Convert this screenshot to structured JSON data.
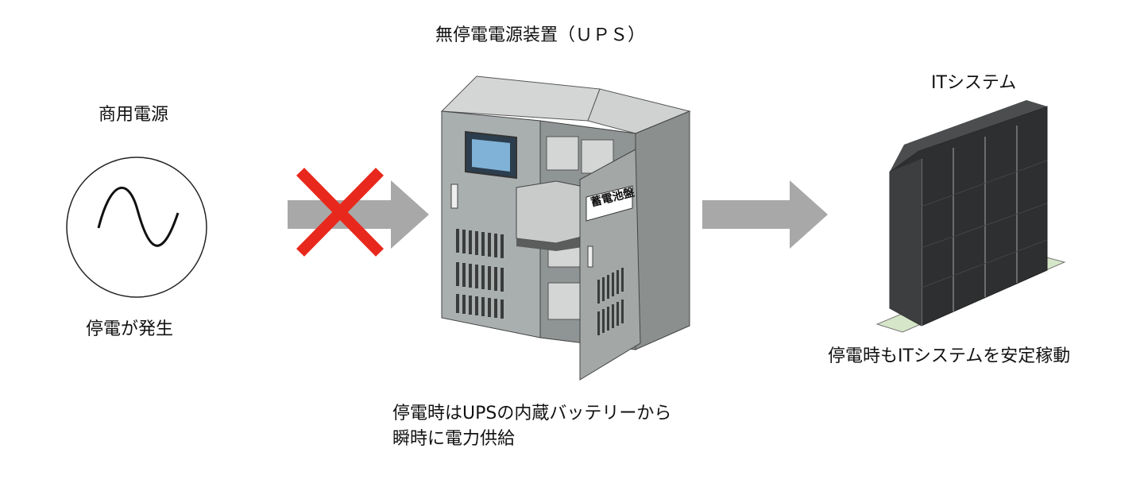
{
  "labels": {
    "ups_title": "無停電電源装置（ＵＰＳ）",
    "commercial_power": "商用電源",
    "power_outage": "停電が発生",
    "it_system": "ITシステム",
    "it_stable": "停電時もITシステムを安定稼動",
    "ups_note_line1": "停電時はUPSの内蔵バッテリーから",
    "ups_note_line2": "瞬時に電力供給",
    "battery_panel": "蓄電池盤"
  },
  "icons": {
    "outage_mark": "red-x-icon",
    "ac_wave": "sine-wave-icon"
  },
  "colors": {
    "arrow": "#a8a8a8",
    "cross": "#e8281c",
    "cabinet": "#a7acab"
  }
}
